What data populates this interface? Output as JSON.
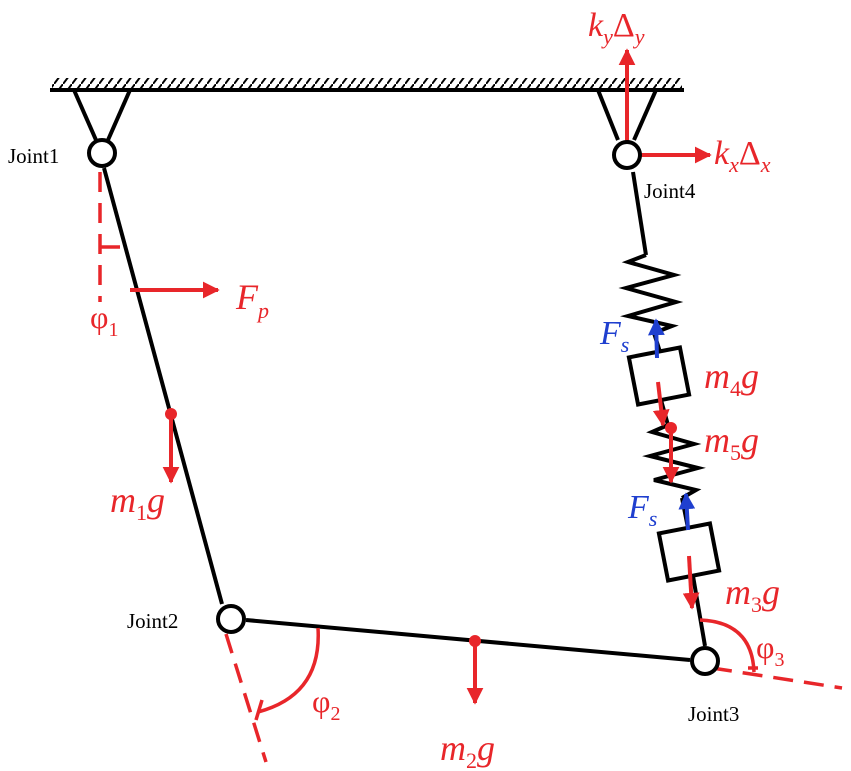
{
  "colors": {
    "link": "#000000",
    "force": "#e8262a",
    "spring_force": "#1f3fcf"
  },
  "joints": {
    "joint1": "Joint1",
    "joint2": "Joint2",
    "joint3": "Joint3",
    "joint4": "Joint4"
  },
  "labels": {
    "fp_main": "F",
    "fp_sub": "p",
    "m1g_m": "m",
    "m1g_sub": "1",
    "m1g_g": "g",
    "m2g_m": "m",
    "m2g_sub": "2",
    "m2g_g": "g",
    "m3g_m": "m",
    "m3g_sub": "3",
    "m3g_g": "g",
    "m4g_m": "m",
    "m4g_sub": "4",
    "m4g_g": "g",
    "m5g_m": "m",
    "m5g_sub": "5",
    "m5g_g": "g",
    "fs_main": "F",
    "fs_sub": "s",
    "kx_k": "k",
    "kx_sub": "x",
    "kx_delta": "Δ",
    "kx_dsub": "x",
    "ky_k": "k",
    "ky_sub": "y",
    "ky_delta": "Δ",
    "ky_dsub": "y",
    "phi": "φ",
    "phi1_sub": "1",
    "phi2_sub": "2",
    "phi3_sub": "3"
  }
}
